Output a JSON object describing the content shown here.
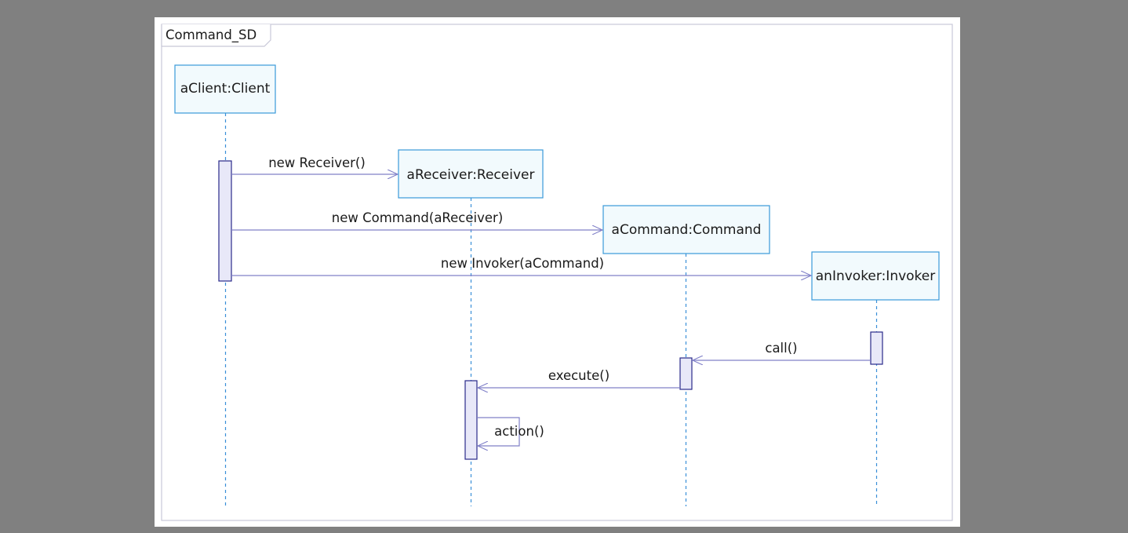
{
  "frame": {
    "title": "Command_SD"
  },
  "lifelines": [
    {
      "id": "client",
      "label": "aClient:Client"
    },
    {
      "id": "receiver",
      "label": "aReceiver:Receiver"
    },
    {
      "id": "command",
      "label": "aCommand:Command"
    },
    {
      "id": "invoker",
      "label": "anInvoker:Invoker"
    }
  ],
  "messages": [
    {
      "id": "m1",
      "label": "new Receiver()",
      "from": "client",
      "to": "receiver"
    },
    {
      "id": "m2",
      "label": "new Command(aReceiver)",
      "from": "client",
      "to": "command"
    },
    {
      "id": "m3",
      "label": "new Invoker(aCommand)",
      "from": "client",
      "to": "invoker"
    },
    {
      "id": "m4",
      "label": "call()",
      "from": "invoker",
      "to": "command"
    },
    {
      "id": "m5",
      "label": "execute()",
      "from": "command",
      "to": "receiver"
    },
    {
      "id": "m6",
      "label": "action()",
      "from": "receiver",
      "to": "receiver"
    }
  ],
  "colors": {
    "box_border": "#3a9ad9",
    "box_fill": "#f2fafd",
    "lifeline": "#3a8fd8",
    "message": "#8080c8",
    "activation_border": "#2a2a8a",
    "activation_fill": "#e8e8f8",
    "frame_border": "#c8c8d8"
  }
}
